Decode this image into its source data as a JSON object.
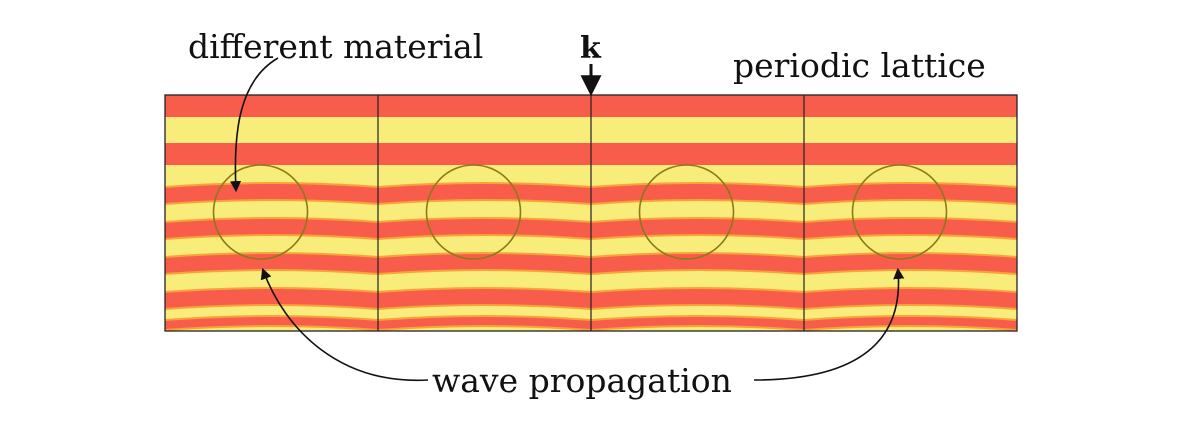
{
  "labels": {
    "different_material": "different material",
    "k": "k",
    "periodic_lattice": "periodic lattice",
    "wave_propagation": "wave propagation"
  },
  "lattice": {
    "cells": 4,
    "stripe_colors": {
      "red": "#f85c4a",
      "yellow": "#f8ec7a",
      "orange": "#f7a23a"
    },
    "inclusion_color": "#8a7a1a",
    "border_color": "#222222"
  }
}
